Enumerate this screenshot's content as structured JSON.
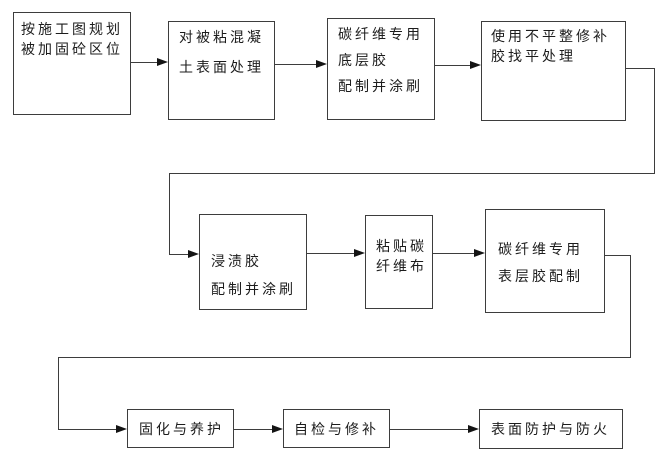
{
  "flowchart": {
    "type": "process-flow-diagram",
    "language": "zh-CN",
    "colors": {
      "background": "#ffffff",
      "line": "#3d3d3d",
      "arrowhead": "#141414",
      "text": "#1c1c1c"
    },
    "steps": [
      {
        "id": 1,
        "label": "按施工图规划\n被加固砼区位"
      },
      {
        "id": 2,
        "label": "对被粘混凝\n土表面处理"
      },
      {
        "id": 3,
        "label": "碳纤维专用\n底层胶\n配制并涂刷"
      },
      {
        "id": 4,
        "label": "使用不平整修补\n胶找平处理"
      },
      {
        "id": 5,
        "label": "浸渍胶\n配制并涂刷"
      },
      {
        "id": 6,
        "label": "粘贴碳\n纤维布"
      },
      {
        "id": 7,
        "label": "碳纤维专用\n表层胶配制"
      },
      {
        "id": 8,
        "label": "固化与养护"
      },
      {
        "id": 9,
        "label": "自检与修补"
      },
      {
        "id": 10,
        "label": "表面防护与防火"
      }
    ],
    "edges": [
      {
        "from": 1,
        "to": 2
      },
      {
        "from": 2,
        "to": 3
      },
      {
        "from": 3,
        "to": 4
      },
      {
        "from": 4,
        "to": 5,
        "route": "right-down-left-down"
      },
      {
        "from": 5,
        "to": 6
      },
      {
        "from": 6,
        "to": 7
      },
      {
        "from": 7,
        "to": 8,
        "route": "right-down-left-down"
      },
      {
        "from": 8,
        "to": 9
      },
      {
        "from": 9,
        "to": 10
      }
    ]
  }
}
